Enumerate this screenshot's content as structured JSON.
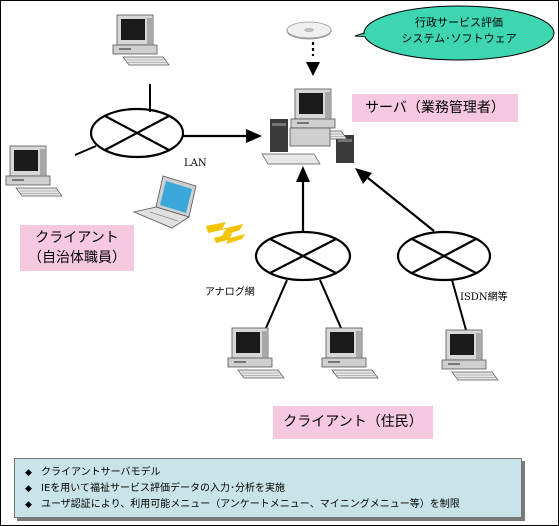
{
  "bubble": {
    "line1": "行政サービス評価",
    "line2": "システム･ソフトウェア"
  },
  "server_label": "サーバ（業務管理者）",
  "client_gov_label": {
    "line1": "クライアント",
    "line2": "（自治体職員）"
  },
  "client_resident_label": "クライアント（住民）",
  "network_labels": {
    "lan": "LAN",
    "analog": "アナログ網",
    "isdn": "ISDN網等"
  },
  "notes": [
    {
      "bullet": "◆",
      "text": "クライアントサーバモデル"
    },
    {
      "bullet": "◆",
      "text": "IEを用いて福祉サービス評価データの入力･分析を実施"
    },
    {
      "bullet": "◆",
      "text": "ユーザ認証により、利用可能メニュー（アンケートメニュー、マイニングメニュー等）を制限"
    }
  ],
  "colors": {
    "pink": "#f6c9e1",
    "bubble": "#3dd6b0",
    "notes_bg": "#c8e4e8"
  }
}
